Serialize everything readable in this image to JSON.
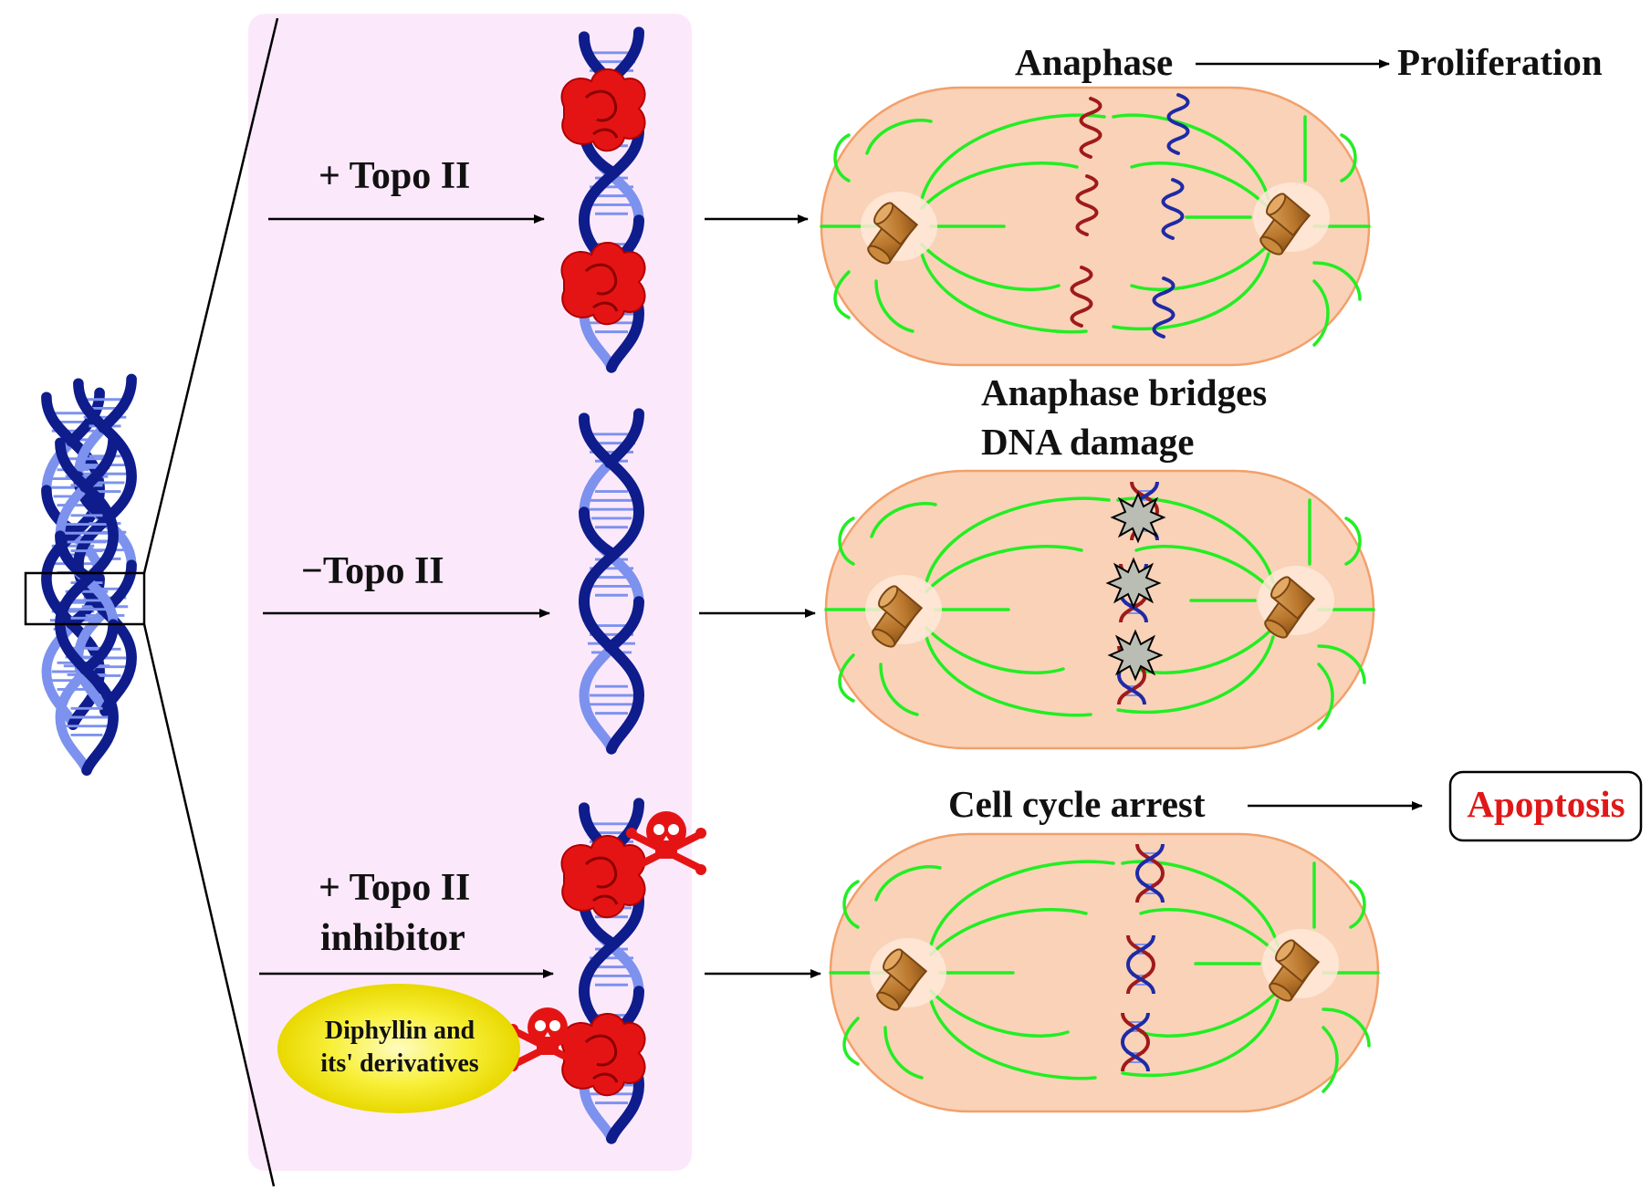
{
  "labels": {
    "topo_plus": "+ Topo II",
    "topo_minus": "−Topo II",
    "topo_inhibitor_line1": "+ Topo II",
    "topo_inhibitor_line2": "inhibitor",
    "diphyllin_line1": "Diphyllin and",
    "diphyllin_line2": "its' derivatives",
    "anaphase": "Anaphase",
    "proliferation": "Proliferation",
    "anaphase_bridges": "Anaphase bridges",
    "dna_damage": "DNA damage",
    "cell_cycle_arrest": "Cell cycle arrest",
    "apoptosis": "Apoptosis"
  },
  "colors": {
    "panel_background": "#fbe9fb",
    "cell_fill": "#f9d2b8",
    "cell_border": "#f2a06a",
    "spindle": "#22ee22",
    "dna_dark": "#0e1c8c",
    "dna_light": "#7d92ee",
    "topo_enzyme": "#e51414",
    "centrosome": "#b9762c",
    "chromosome_red": "#a01a1a",
    "chromosome_blue": "#1f2aa5",
    "diphyllin_ellipse": "#f6ee1a",
    "apoptosis_text": "#e01818"
  },
  "icons": {
    "dna": "dna-double-helix-icon",
    "topo": "topoisomerase-enzyme-icon",
    "inhibitor": "skull-crossbones-icon",
    "damage": "dna-damage-burst-icon",
    "centrosome": "centrosome-icon"
  }
}
